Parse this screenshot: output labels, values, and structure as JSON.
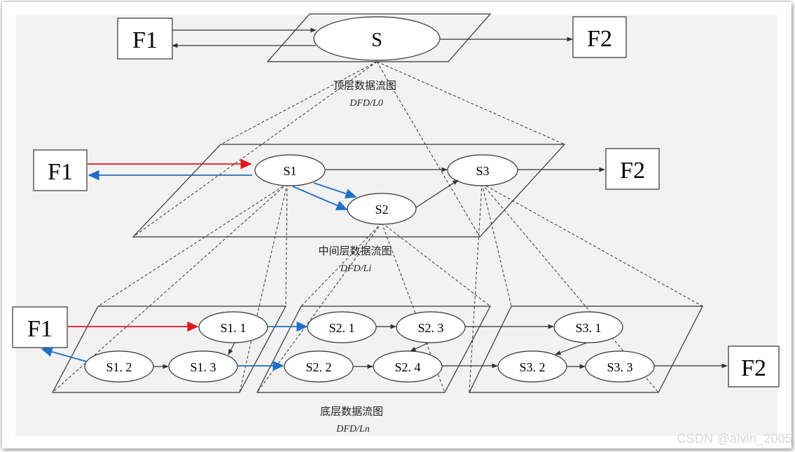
{
  "levels": [
    {
      "id": "top",
      "caption_cn": "顶层数据流图",
      "caption_en": "DFD/L0",
      "entities": {
        "source": "F1",
        "sink": "F2"
      },
      "processes": [
        {
          "id": "S",
          "label": "S"
        }
      ]
    },
    {
      "id": "middle",
      "caption_cn": "中间层数据流图",
      "caption_en": "DFD/Li",
      "entities": {
        "source": "F1",
        "sink": "F2"
      },
      "processes": [
        {
          "id": "S1",
          "label": "S1"
        },
        {
          "id": "S2",
          "label": "S2"
        },
        {
          "id": "S3",
          "label": "S3"
        }
      ]
    },
    {
      "id": "bottom",
      "caption_cn": "底层数据流图",
      "caption_en": "DFD/Ln",
      "entities": {
        "source": "F1",
        "sink": "F2"
      },
      "processes": [
        {
          "id": "S1.1",
          "label": "S1. 1"
        },
        {
          "id": "S1.2",
          "label": "S1. 2"
        },
        {
          "id": "S1.3",
          "label": "S1. 3"
        },
        {
          "id": "S2.1",
          "label": "S2. 1"
        },
        {
          "id": "S2.2",
          "label": "S2. 2"
        },
        {
          "id": "S2.3",
          "label": "S2. 3"
        },
        {
          "id": "S2.4",
          "label": "S2. 4"
        },
        {
          "id": "S3.1",
          "label": "S3. 1"
        },
        {
          "id": "S3.2",
          "label": "S3. 2"
        },
        {
          "id": "S3.3",
          "label": "S3. 3"
        }
      ]
    }
  ],
  "colors": {
    "input_flow": "#e8141b",
    "output_flow": "#1f6fc5",
    "line": "#333333"
  },
  "watermark": "CSDN @alvin_2005"
}
